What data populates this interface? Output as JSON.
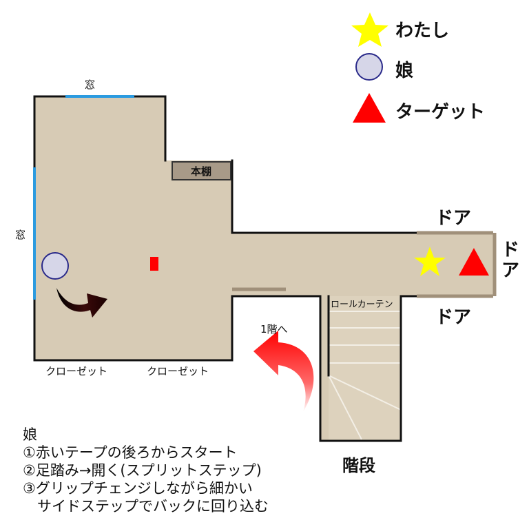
{
  "legend": {
    "me": "わたし",
    "daughter": "娘",
    "target": "ターゲット"
  },
  "labels": {
    "window_top": "窓",
    "window_left": "窓",
    "bookshelf": "本棚",
    "closet_left": "クローゼット",
    "closet_right": "クローゼット",
    "door_top": "ドア",
    "door_right": "ドア",
    "door_bottom": "ドア",
    "roll_curtain": "ロールカーテン",
    "to_first_floor": "1階へ",
    "stairs": "階段"
  },
  "notes": {
    "heading": "娘",
    "line1": "①赤いテープの後ろからスタート",
    "line2": "②足踏み→開く(スプリットステップ)",
    "line3": "③グリップチェンジしながら細かい",
    "line4": "　サイドステップでバックに回り込む"
  },
  "colors": {
    "floor": "#d7cbb5",
    "wall": "#111111",
    "window": "#2b9be0",
    "star": "#ffff00",
    "triangle": "#ff0000",
    "daughter_fill": "#d6d6e8",
    "daughter_stroke": "#2a2a8a",
    "tape": "#ff0000",
    "bookshelf": "#a89a88"
  }
}
